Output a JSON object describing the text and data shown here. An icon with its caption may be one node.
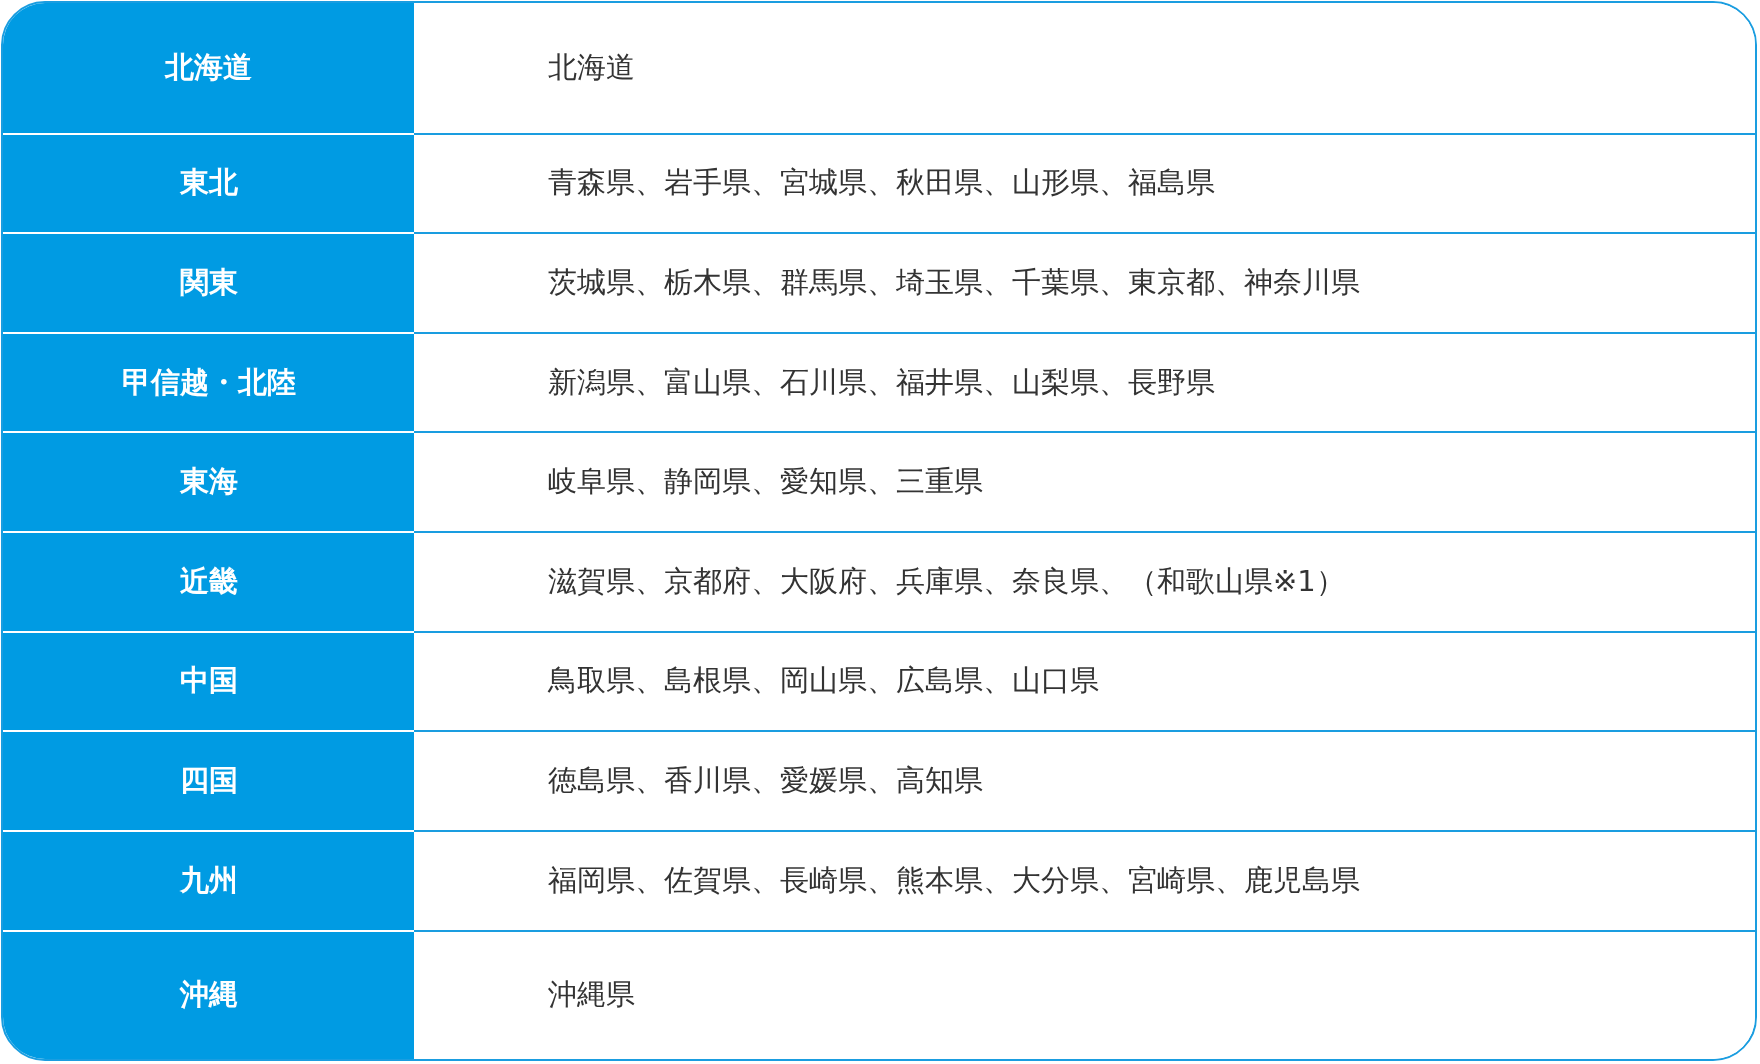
{
  "diagram": {
    "labels": [
      "北海道",
      "北海道",
      "東北",
      "青森県、岩手県、宮城県、秋田県、山形県、福島県",
      "関東",
      "茨城県、栃木県、群馬県、埼玉県、千葉県、東京都、神奈川県",
      "甲信越・北陸",
      "新潟県、富山県、石川県、福井県、山梨県、長野県",
      "東海",
      "岐阜県、静岡県、愛知県、三重県",
      "近畿",
      "滋賀県、京都府、大阪府、兵庫県、奈良県、（和歌山県※1）",
      "中国",
      "鳥取県、島根県、岡山県、広島県、山口県",
      "四国",
      "徳島県、香川県、愛媛県、高知県",
      "九州",
      "福岡県、佐賀県、長崎県、熊本県、大分県、宮崎県、鹿児島県",
      "沖縄",
      "沖縄県"
    ]
  }
}
